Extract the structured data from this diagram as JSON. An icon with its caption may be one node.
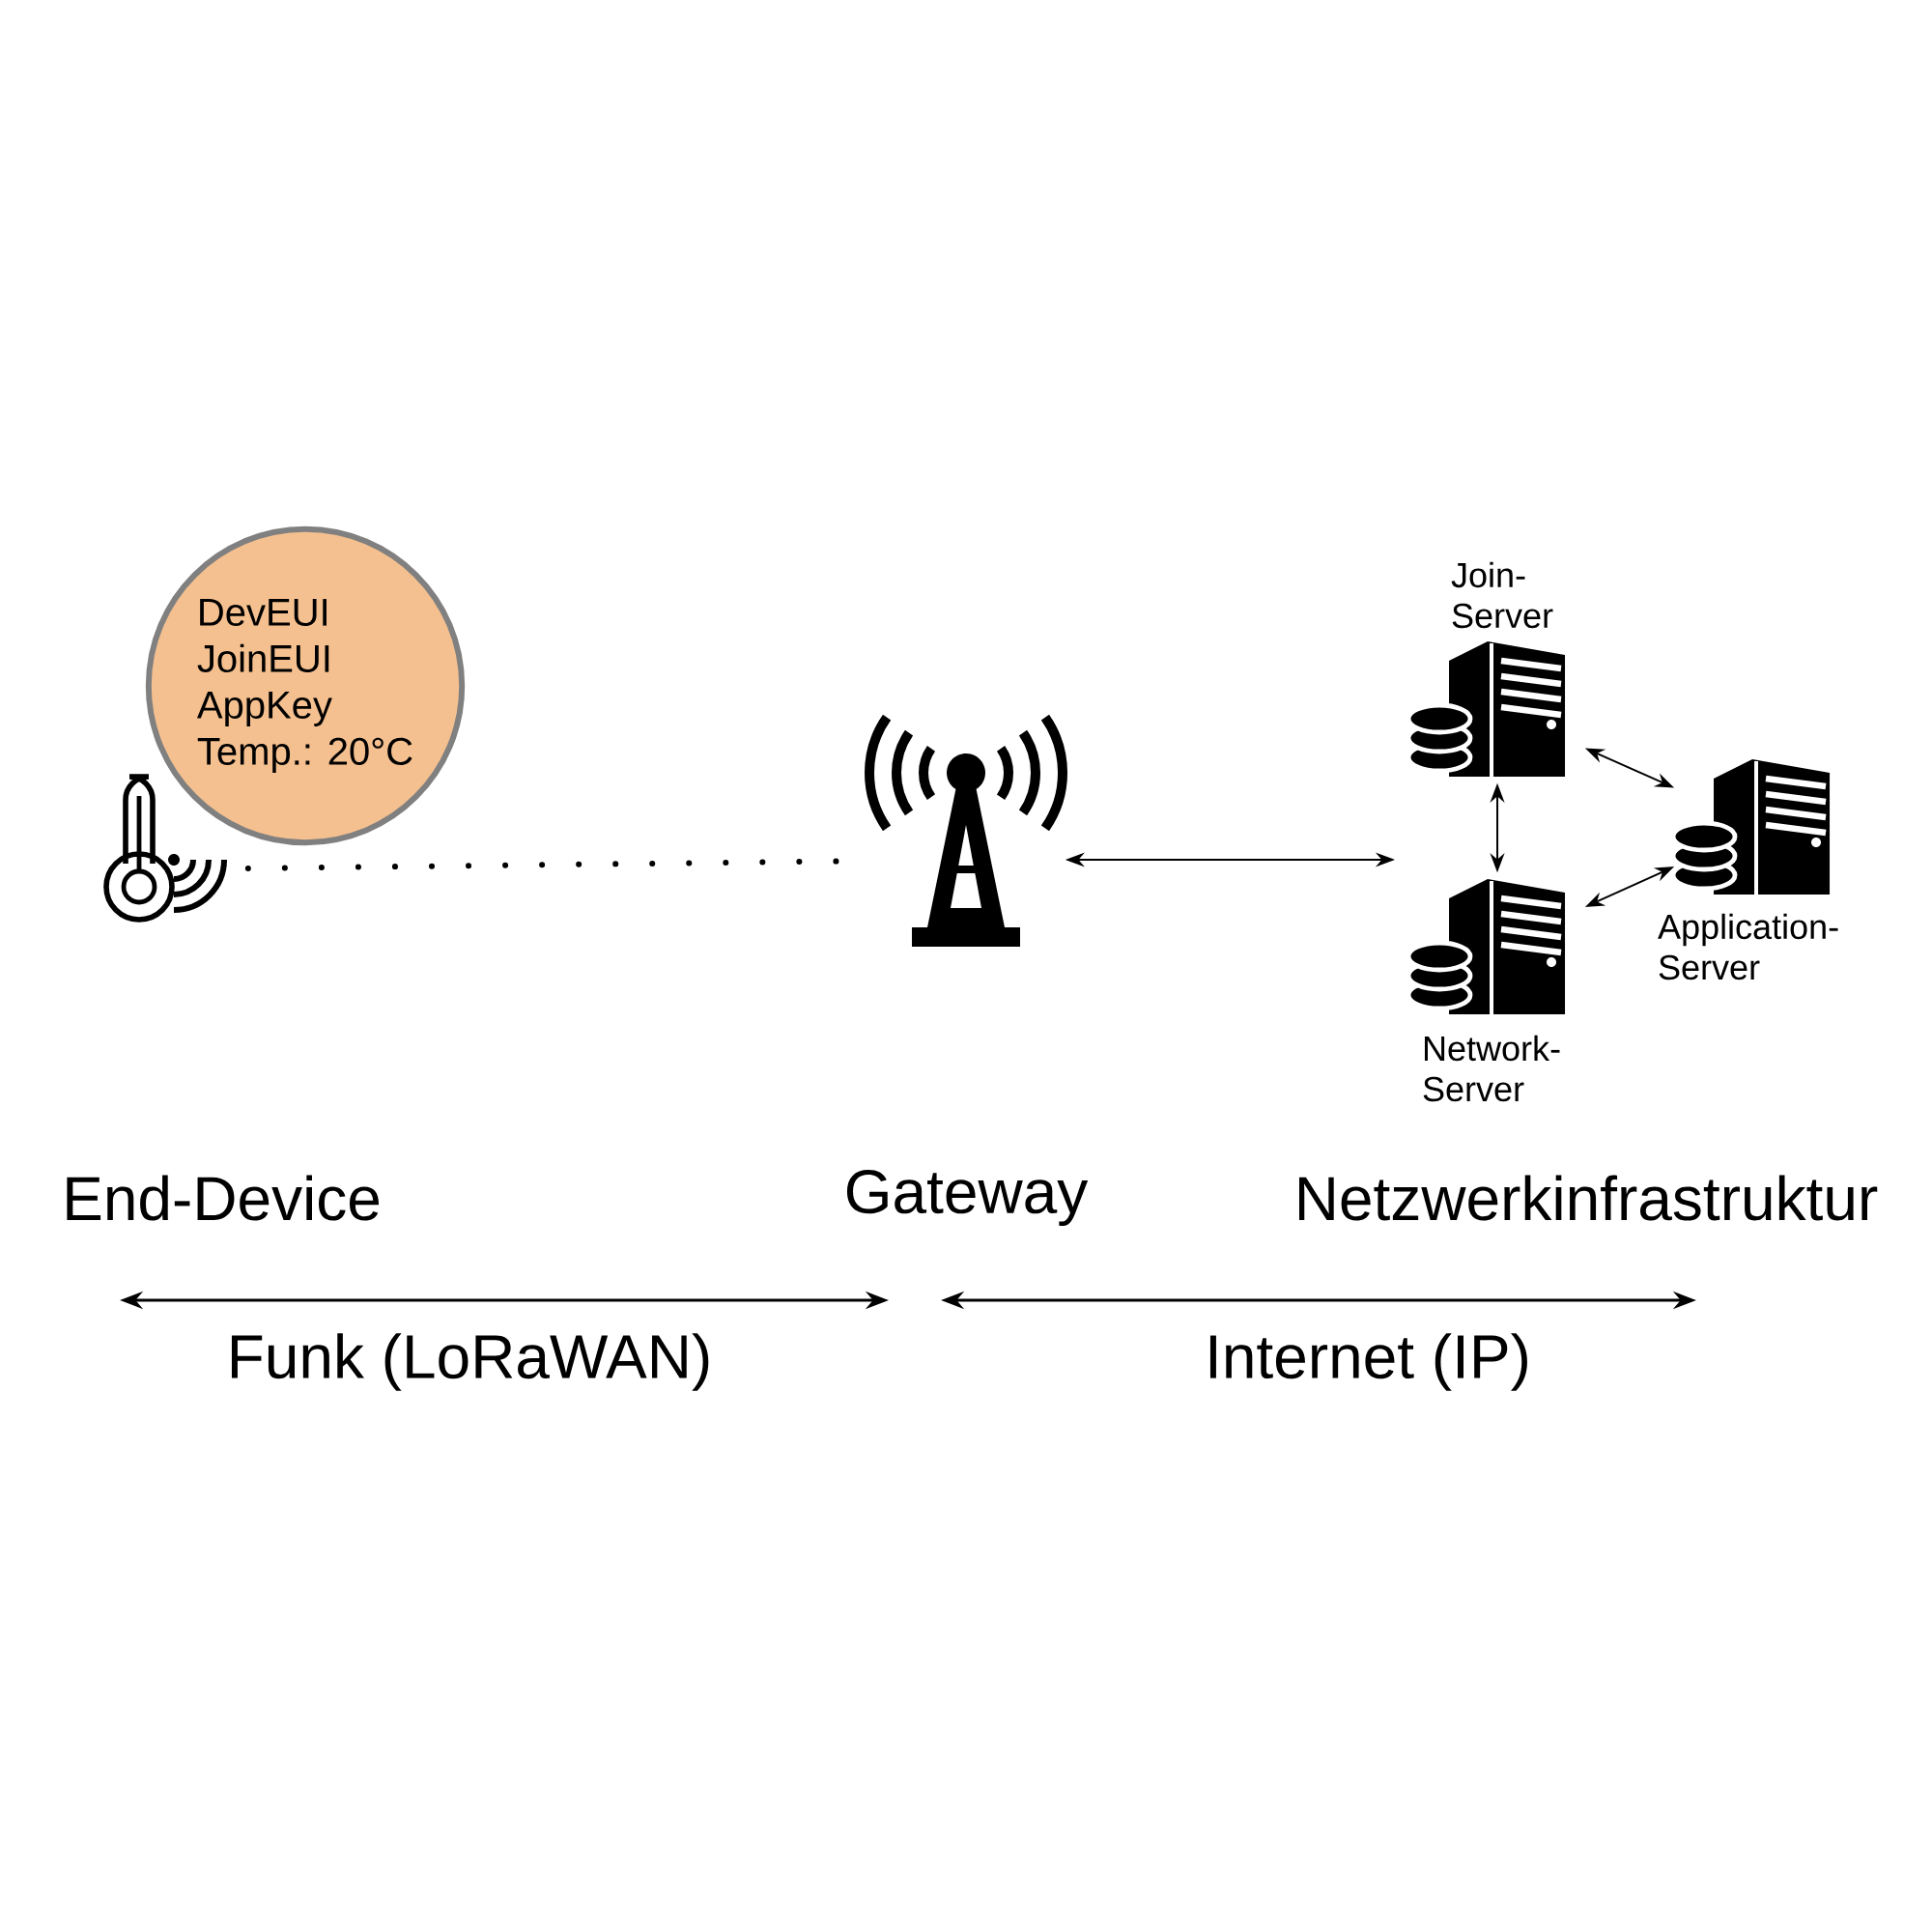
{
  "diagram": {
    "nodes": [
      {
        "text": [
          "DevEUI",
          "JoinEUI",
          "AppKey",
          "Temp.: 20°C"
        ]
      },
      {
        "text": [],
        "shape": "thermometer"
      },
      {
        "text": [],
        "shape": "tower"
      },
      {
        "text": [
          "Join- Server"
        ]
      },
      {
        "text": [
          "Network- Server"
        ]
      },
      {
        "text": [
          "Application- Server"
        ]
      }
    ],
    "edges": [
      {
        "from": 1,
        "to": 2,
        "arrow": "none",
        "style": "dashed"
      },
      {
        "from": 2,
        "to": null,
        "arrow": "both"
      },
      {
        "from": 3,
        "to": 4,
        "arrow": "both"
      },
      {
        "from": 3,
        "to": 5,
        "arrow": "both"
      },
      {
        "from": 4,
        "to": 5,
        "arrow": "both"
      }
    ],
    "labels": [
      "End-Device",
      "Gateway",
      "Netzwerkinfrastruktur",
      "Funk (LoRaWAN)",
      "Internet (IP)"
    ]
  }
}
